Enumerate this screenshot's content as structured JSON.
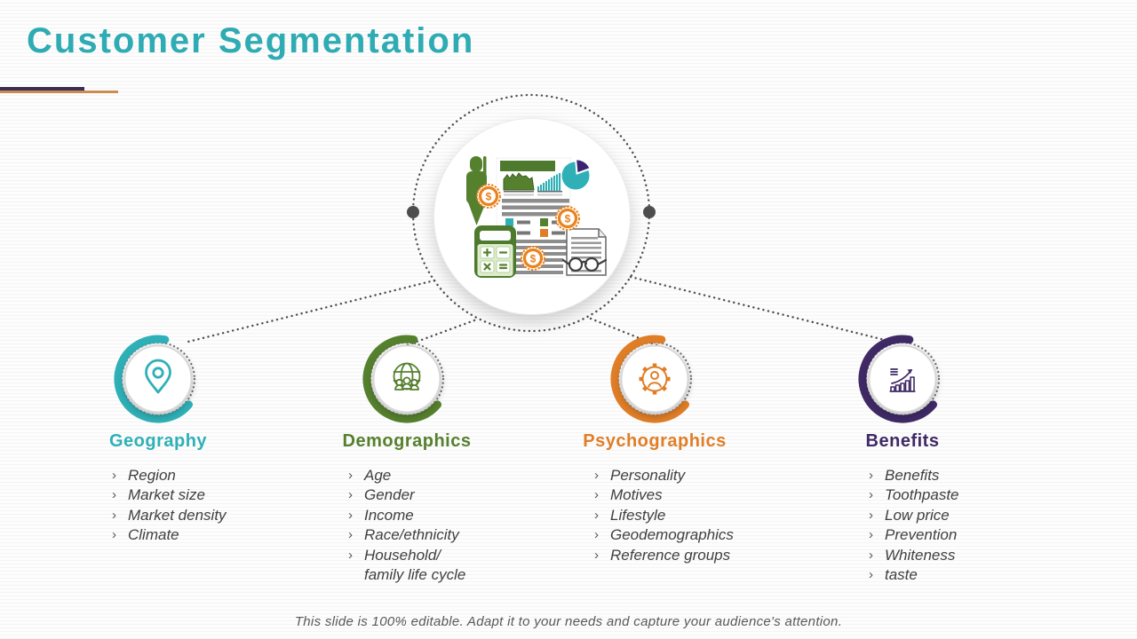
{
  "slide": {
    "title": "Customer Segmentation",
    "footer": "This slide is 100% editable. Adapt it to your needs and capture your audience's attention.",
    "bullet": "›"
  },
  "colors": {
    "title": "#2fabb3",
    "underline_primary": "#3b2b55",
    "underline_secondary": "#c98d52",
    "geography": "#2fb0b7",
    "demographics": "#55802e",
    "psychographics": "#e07e27",
    "benefits": "#3f2a66",
    "coin_orange": "#e8831d",
    "list_text": "#3f3f3f"
  },
  "hub": {
    "illustration": "financial-report-analysis",
    "coin_symbol": "$",
    "calculator_keys": [
      "+",
      "−",
      "×",
      "="
    ]
  },
  "categories": [
    {
      "name": "Geography",
      "icon": "location-pin-icon",
      "color": "#2fb0b7",
      "items": [
        "Region",
        "Market size",
        "Market density",
        "Climate"
      ]
    },
    {
      "name": "Demographics",
      "icon": "globe-people-icon",
      "color": "#55802e",
      "items": [
        "Age",
        "Gender",
        "Income",
        "Race/ethnicity",
        "Household/\nfamily life cycle"
      ]
    },
    {
      "name": "Psychographics",
      "icon": "gear-person-icon",
      "color": "#e07e27",
      "items": [
        "Personality",
        "Motives",
        "Lifestyle",
        "Geodemographics",
        "Reference groups"
      ]
    },
    {
      "name": "Benefits",
      "icon": "growth-arrow-icon",
      "color": "#3f2a66",
      "items": [
        "Benefits",
        "Toothpaste",
        "Low price",
        "Prevention",
        "Whiteness",
        "taste"
      ]
    }
  ]
}
